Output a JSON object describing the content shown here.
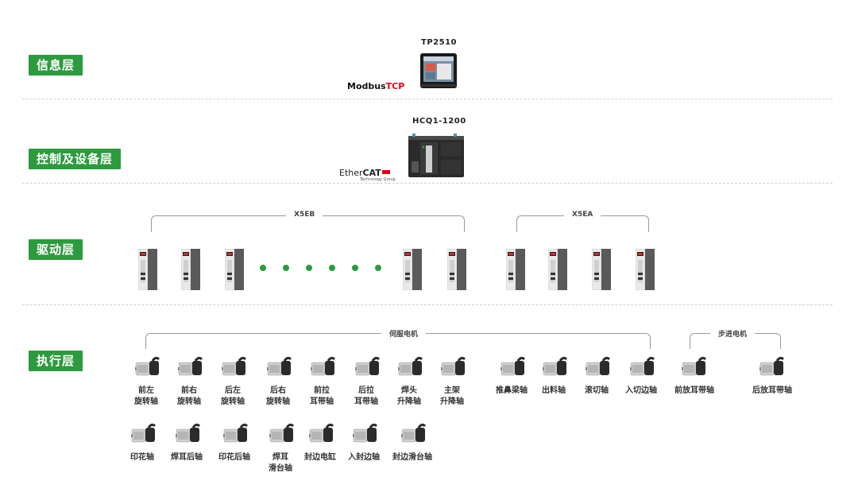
{
  "layers": {
    "info": "信息层",
    "control": "控制及设备层",
    "drive": "驱动层",
    "exec": "执行层"
  },
  "devices": {
    "hmi_model": "TP2510",
    "plc_model": "HCQ1-1200",
    "modbus_logo": {
      "part1": "Modbus",
      "part2": "TCP"
    },
    "ethercat_logo": {
      "part1": "Ether",
      "part2": "CAT",
      "sub": "Technology Group"
    }
  },
  "brackets": {
    "x5eb": "X5EB",
    "x5ea": "X5EA",
    "servo": "伺服电机",
    "stepper": "步进电机"
  },
  "motors_row1": [
    [
      "前左",
      "旋转轴"
    ],
    [
      "前右",
      "旋转轴"
    ],
    [
      "后左",
      "旋转轴"
    ],
    [
      "后右",
      "旋转轴"
    ],
    [
      "前拉",
      "耳带轴"
    ],
    [
      "后拉",
      "耳带轴"
    ],
    [
      "焊头",
      "升降轴"
    ],
    [
      "主架",
      "升降轴"
    ]
  ],
  "motors_row1b": [
    "推鼻梁轴",
    "出料轴",
    "滚切轴",
    "入切边轴"
  ],
  "steppers": [
    "前放耳带轴",
    "后放耳带轴"
  ],
  "motors_row2": [
    [
      "印花轴"
    ],
    [
      "焊耳后轴"
    ],
    [
      "印花后轴"
    ],
    [
      "焊耳",
      "滑台轴"
    ],
    [
      "封边电缸"
    ],
    [
      "入封边轴"
    ],
    [
      "封边滑台轴"
    ]
  ],
  "colors": {
    "accent": "#2e9a3f",
    "divider": "#cfcfcf",
    "logo_red": "#e60012"
  }
}
